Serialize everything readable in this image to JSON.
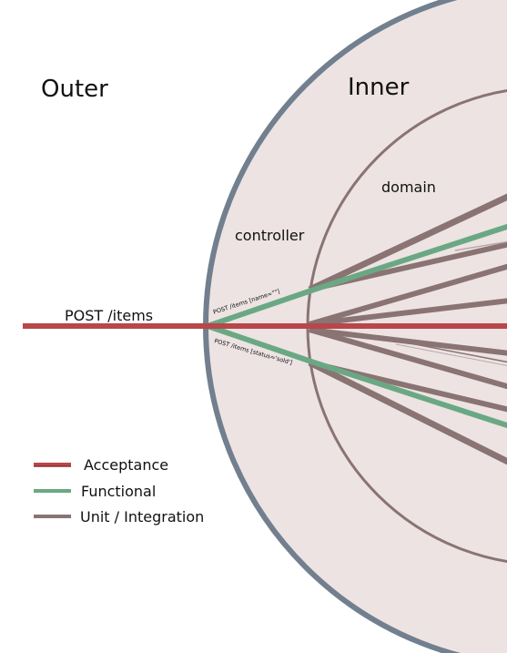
{
  "regions": {
    "outer": "Outer",
    "inner": "Inner",
    "controller": "controller",
    "domain": "domain"
  },
  "request": {
    "label": "POST /items"
  },
  "sub_requests": {
    "upper": "POST /items [name=\"\"]",
    "lower": "POST /items [status='sold']"
  },
  "legend": {
    "acceptance": "Acceptance",
    "functional": "Functional",
    "unit_integration": "Unit / Integration"
  },
  "colors": {
    "acceptance": "#b8474a",
    "functional": "#6aa884",
    "unit_integration": "#8a7373",
    "region_fill": "#ede3e3",
    "outer_ring": "#727f8e",
    "inner_ring": "#8a7373"
  }
}
